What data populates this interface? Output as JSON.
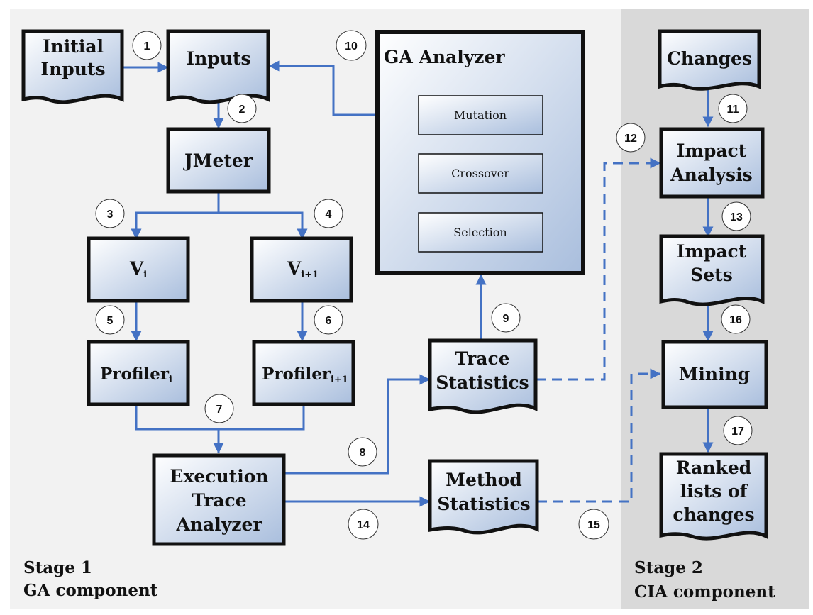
{
  "stages": {
    "stage1": {
      "title": "Stage 1",
      "subtitle": "GA component"
    },
    "stage2": {
      "title": "Stage 2",
      "subtitle": "CIA component"
    }
  },
  "nodes": {
    "initial_inputs": [
      "Initial",
      "Inputs"
    ],
    "inputs": "Inputs",
    "jmeter": "JMeter",
    "vi": {
      "base": "V",
      "sub": "i"
    },
    "vi1": {
      "base": "V",
      "sub": "i+1"
    },
    "profiler_i": {
      "base": "Profiler",
      "sub": "i"
    },
    "profiler_i1": {
      "base": "Profiler",
      "sub": "i+1"
    },
    "execution_trace_analyzer": [
      "Execution",
      "Trace",
      "Analyzer"
    ],
    "ga_analyzer": "GA Analyzer",
    "mutation": "Mutation",
    "crossover": "Crossover",
    "selection": "Selection",
    "trace_statistics": [
      "Trace",
      "Statistics"
    ],
    "method_statistics": [
      "Method",
      "Statistics"
    ],
    "changes": "Changes",
    "impact_analysis": [
      "Impact",
      "Analysis"
    ],
    "impact_sets": [
      "Impact",
      "Sets"
    ],
    "mining": "Mining",
    "ranked_lists": [
      "Ranked",
      "lists of",
      "changes"
    ]
  },
  "steps": [
    "1",
    "2",
    "3",
    "4",
    "5",
    "6",
    "7",
    "8",
    "9",
    "10",
    "11",
    "12",
    "13",
    "14",
    "15",
    "16",
    "17"
  ],
  "colors": {
    "box_top": "#ffffff",
    "box_bottom": "#a9bedd",
    "edge": "#4472c4",
    "border": "#111111",
    "bg_stage1": "#f2f2f2",
    "bg_stage2": "#d9d9d9"
  }
}
